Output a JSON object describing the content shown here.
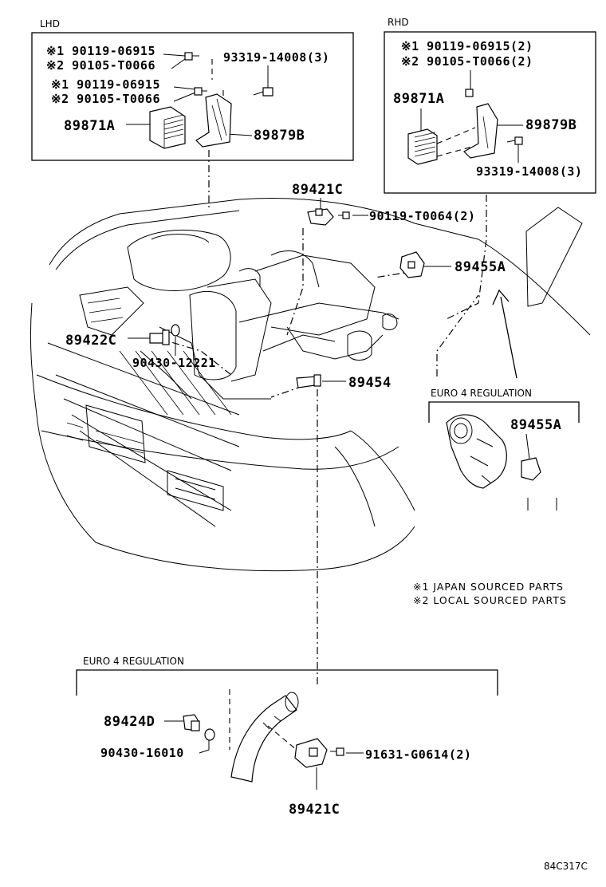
{
  "sections": {
    "lhd": "LHD",
    "rhd": "RHD",
    "euro4_top": "EURO 4 REGULATION",
    "euro4_bottom": "EURO 4 REGULATION"
  },
  "lhd": {
    "p1": "※1 90119-06915",
    "p2": "※2 90105-T0066",
    "p3": "※1 90119-06915",
    "p4": "※2 90105-T0066",
    "p5": "93319-14008(3)",
    "p6": "89871A",
    "p7": "89879B"
  },
  "rhd": {
    "p1": "※1 90119-06915(2)",
    "p2": "※2 90105-T0066(2)",
    "p3": "89871A",
    "p4": "89879B",
    "p5": "93319-14008(3)"
  },
  "engine": {
    "p1": "89421C",
    "p2": "90119-T0064(2)",
    "p3": "89455A",
    "p4": "89422C",
    "p5": "90430-12221",
    "p6": "89454"
  },
  "euro4_top": {
    "p1": "89455A"
  },
  "notes": {
    "n1": "※1 JAPAN SOURCED PARTS",
    "n2": "※2 LOCAL SOURCED PARTS"
  },
  "euro4_bottom": {
    "p1": "89424D",
    "p2": "90430-16010",
    "p3": "91631-G0614(2)",
    "p4": "89421C"
  },
  "figure_code": "84C317C"
}
